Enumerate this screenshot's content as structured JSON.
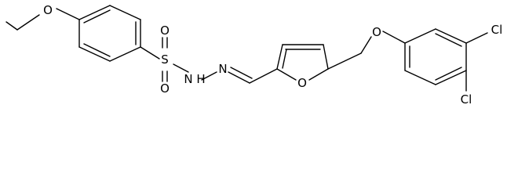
{
  "molecule": {
    "labels": {
      "ether_o_left": "O",
      "sulfur": "S",
      "sulfonyl_o_top": "O",
      "sulfonyl_o_bottom": "O",
      "nh": "N",
      "nh_h": "H",
      "n_imine": "N",
      "furan_o": "O",
      "ether_o_right": "O",
      "cl_top": "Cl",
      "cl_bottom": "Cl"
    },
    "colors": {
      "bond": "#000000",
      "text": "#000000",
      "background": "#ffffff"
    }
  }
}
